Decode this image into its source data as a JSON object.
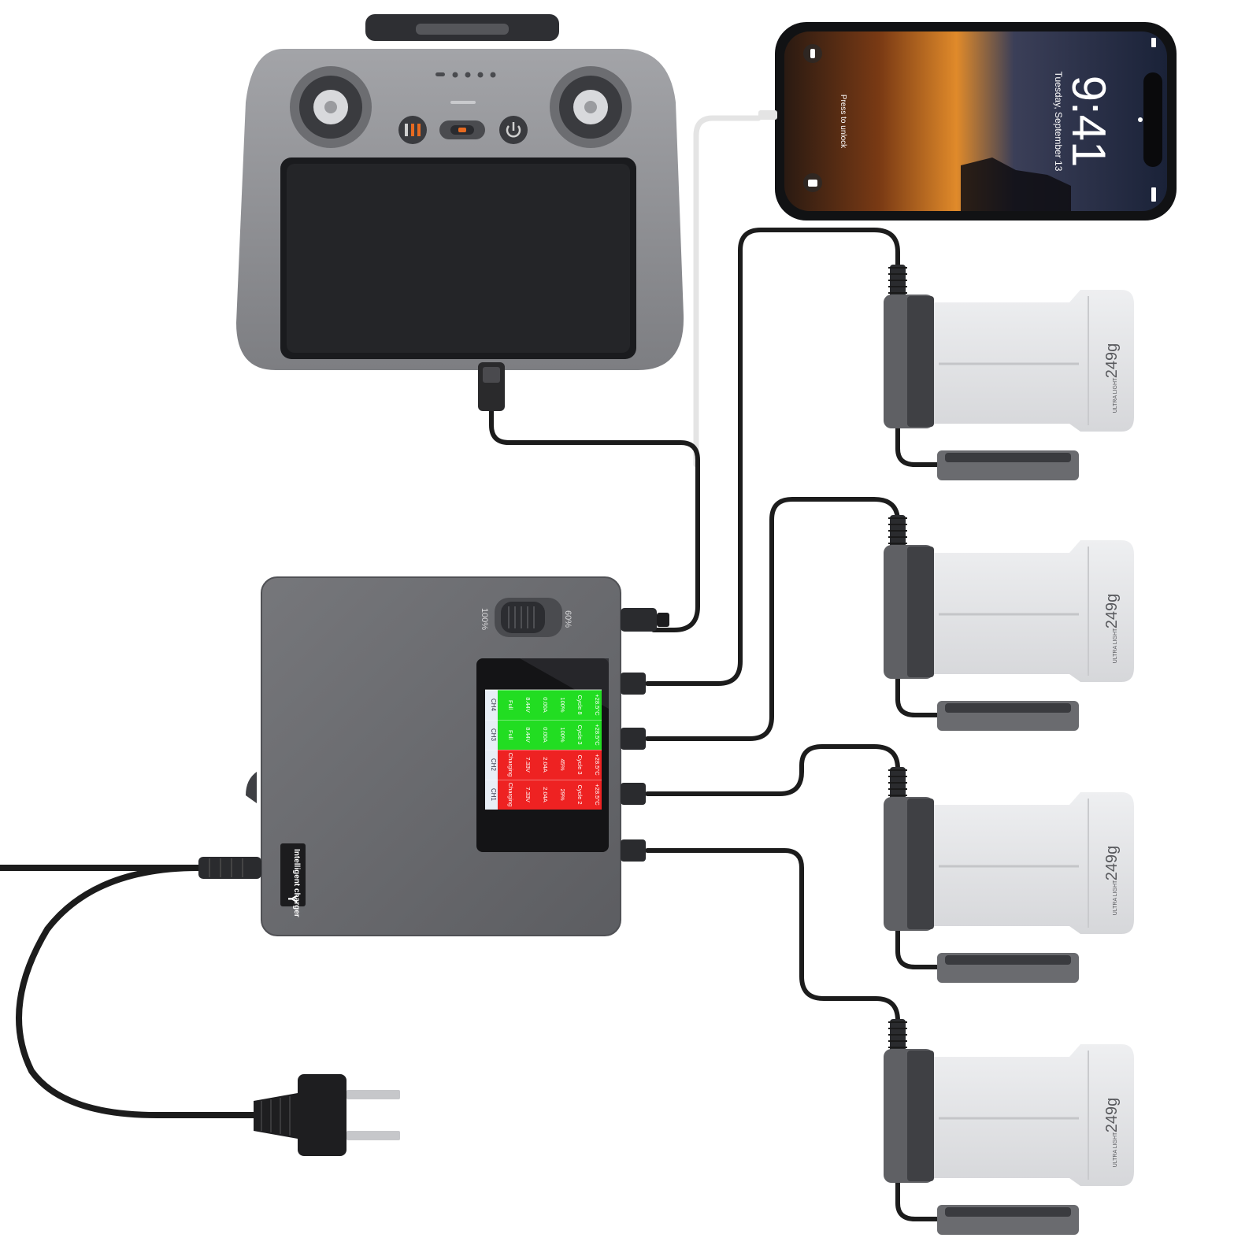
{
  "colors": {
    "background": "#ffffff",
    "cable": "#1c1c1c",
    "controller_body": "#8e8f93",
    "charger_body": "#6b6c70",
    "battery_body": "#e3e4e7",
    "battery_connector": "#5f6064",
    "lcd_green": "#22dd22",
    "lcd_red": "#ee2222",
    "usb_white": "#f2f2f2"
  },
  "phone": {
    "time": "9:41",
    "date": "Tuesday, September 13",
    "unlock_hint": "Press to unlock"
  },
  "controller": {
    "icons": [
      "left-stick-icon",
      "right-stick-icon",
      "photo-video-switch-icon",
      "return-home-icon",
      "power-icon"
    ]
  },
  "charger": {
    "brand_label": "Intelligent charger",
    "switch_left_label": "100%",
    "switch_right_label": "60%",
    "port_usb_icon": "usb-icon"
  },
  "lcd": {
    "channels": [
      {
        "ch": "CH1",
        "status": "Charging",
        "voltage": "7.33V",
        "current": "2.04A",
        "percent": "29%",
        "cycle": "Cycle 2",
        "temp": "+28.5°C",
        "state_color": "red"
      },
      {
        "ch": "CH2",
        "status": "Charging",
        "voltage": "7.33V",
        "current": "2.04A",
        "percent": "45%",
        "cycle": "Cycle 3",
        "temp": "+28.5°C",
        "state_color": "red"
      },
      {
        "ch": "CH3",
        "status": "Full",
        "voltage": "8.44V",
        "current": "0.00A",
        "percent": "100%",
        "cycle": "Cycle 3",
        "temp": "+28.5°C",
        "state_color": "green"
      },
      {
        "ch": "CH4",
        "status": "Full",
        "voltage": "8.44V",
        "current": "0.00A",
        "percent": "100%",
        "cycle": "Cycle 8",
        "temp": "+28.5°C",
        "state_color": "green"
      }
    ]
  },
  "batteries": [
    {
      "weight": "249g",
      "tag": "ULTRA LIGHT"
    },
    {
      "weight": "249g",
      "tag": "ULTRA LIGHT"
    },
    {
      "weight": "249g",
      "tag": "ULTRA LIGHT"
    },
    {
      "weight": "249g",
      "tag": "ULTRA LIGHT"
    }
  ],
  "plug": {
    "type": "two-prong-plug-icon"
  }
}
